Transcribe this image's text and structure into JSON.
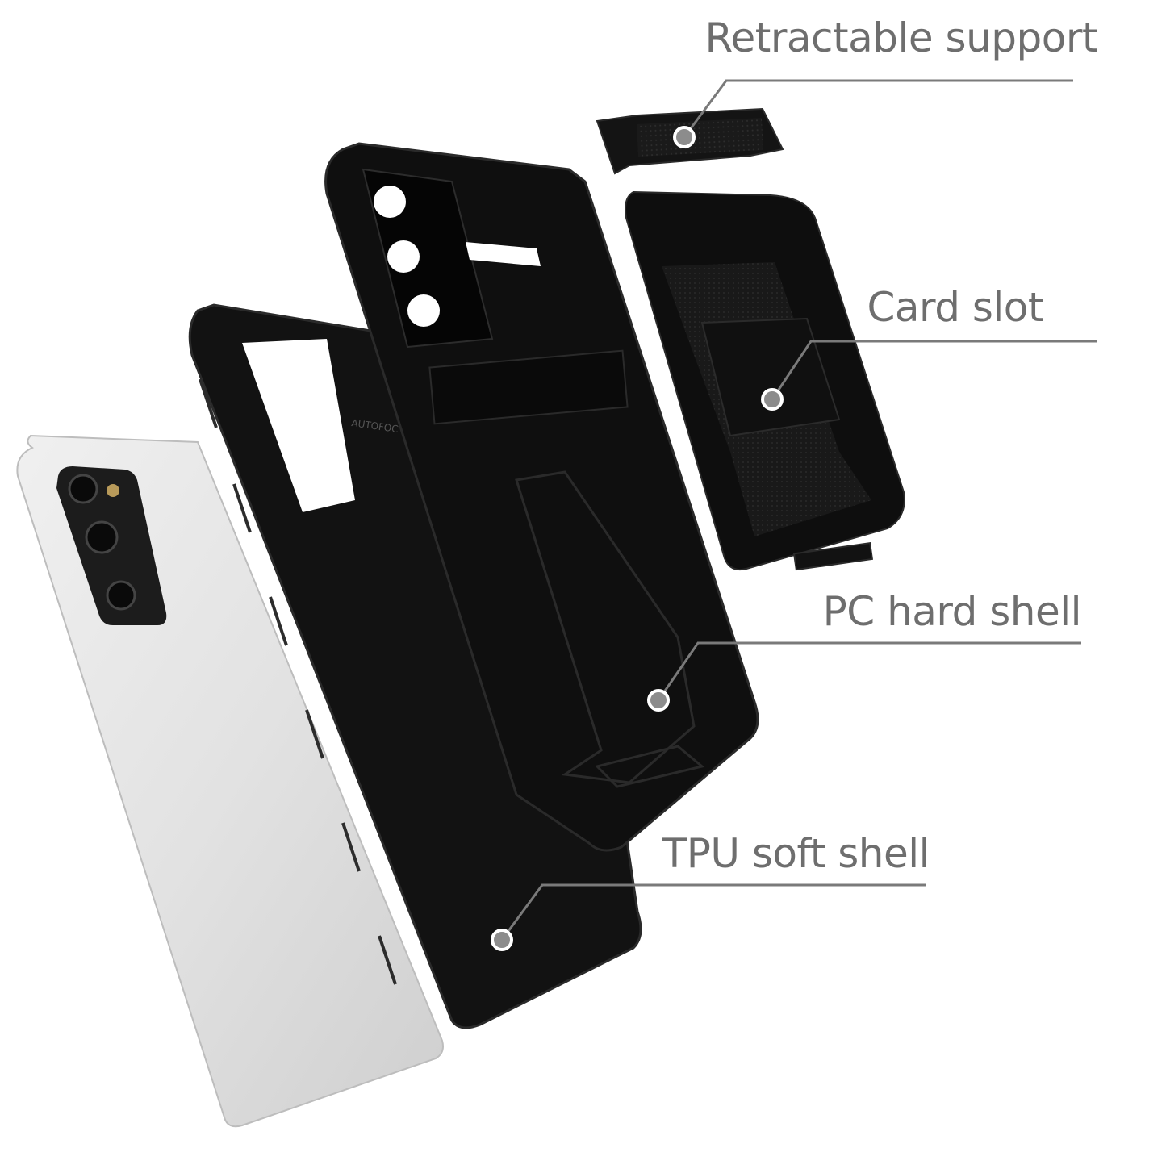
{
  "callouts": {
    "retractable_support": "Retractable support",
    "card_slot": "Card slot",
    "pc_hard_shell": "PC hard shell",
    "tpu_soft_shell": "TPU soft shell"
  },
  "case_embossing": "AUTOFOC",
  "colors": {
    "label_text": "#6e6e6e",
    "leader_line": "#7a7a7a",
    "case_black": "#0e0e0e",
    "phone_silver": "#e6e6e6"
  }
}
